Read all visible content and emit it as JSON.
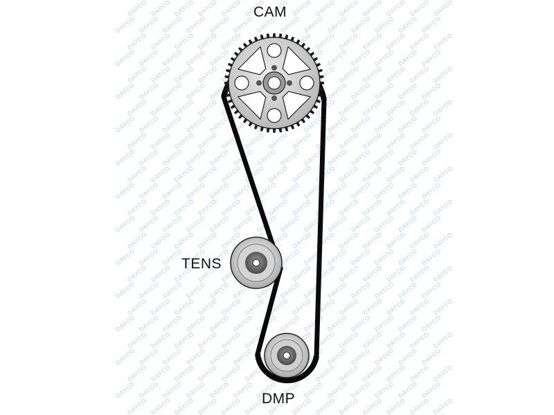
{
  "labels": {
    "cam": "CAM",
    "tens": "TENS",
    "dmp": "DMP"
  },
  "watermark": {
    "text": "DAYCO",
    "color": "#cde3ee"
  },
  "colors": {
    "belt": "#0a0a0a",
    "pulley_light": "#eeeeee",
    "pulley_mid": "#bdbdbd",
    "pulley_dark": "#6f6f6f",
    "sprocket_face": "#d6d6d6"
  },
  "icons": {
    "cam": "cam-sprocket-icon",
    "tens": "tensioner-pulley-icon",
    "dmp": "damper-pulley-icon"
  }
}
